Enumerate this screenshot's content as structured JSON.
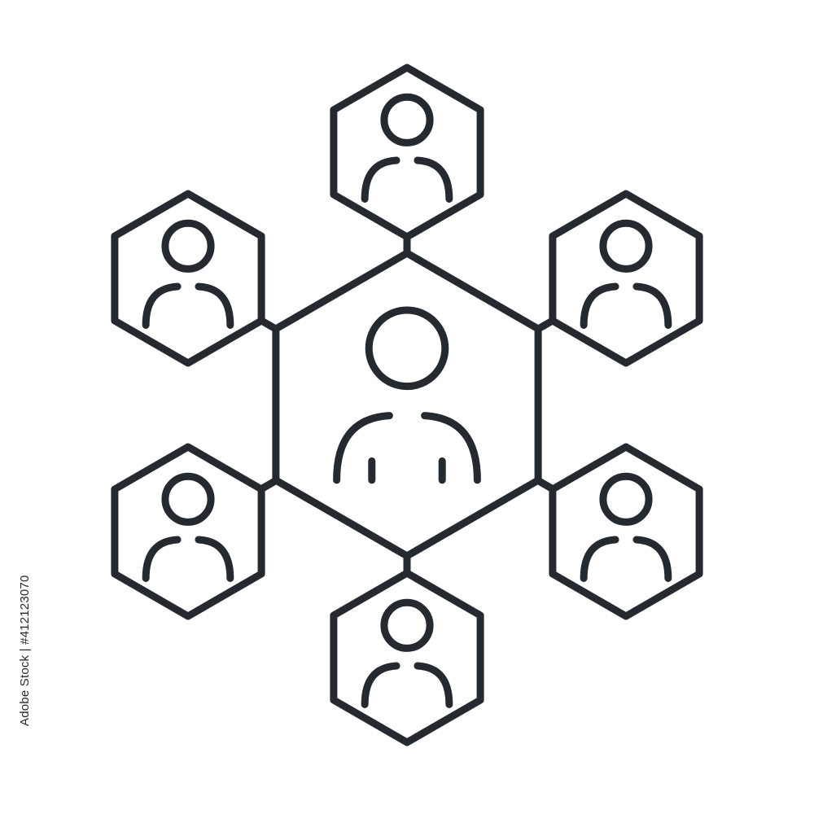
{
  "diagram": {
    "stroke_color": "#252a31",
    "background_color": "#ffffff",
    "center_node": {
      "icon": "user-icon"
    },
    "satellite_nodes": [
      {
        "id": "top",
        "icon": "user-icon"
      },
      {
        "id": "upper-right",
        "icon": "user-icon"
      },
      {
        "id": "lower-right",
        "icon": "user-icon"
      },
      {
        "id": "bottom",
        "icon": "user-icon"
      },
      {
        "id": "lower-left",
        "icon": "user-icon"
      },
      {
        "id": "upper-left",
        "icon": "user-icon"
      }
    ]
  },
  "watermark": {
    "text": "Adobe Stock | #412123070"
  }
}
